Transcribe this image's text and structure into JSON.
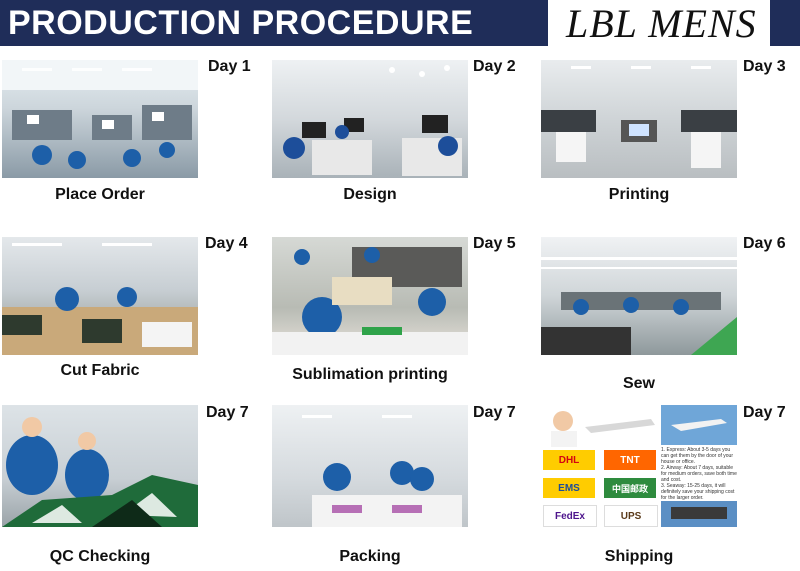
{
  "header": {
    "title": "PRODUCTION PROCEDURE",
    "brand": "LBL MENS",
    "brand_color": "#1f2d59"
  },
  "steps": [
    {
      "day": "Day 1",
      "label": "Place Order",
      "scene": "office-icon"
    },
    {
      "day": "Day 2",
      "label": "Design",
      "scene": "computer-icon"
    },
    {
      "day": "Day 3",
      "label": "Printing",
      "scene": "printer-icon"
    },
    {
      "day": "Day 4",
      "label": "Cut Fabric",
      "scene": "scissors-icon"
    },
    {
      "day": "Day 5",
      "label": "Sublimation printing",
      "scene": "heat-press-icon"
    },
    {
      "day": "Day 6",
      "label": "Sew",
      "scene": "sewing-machine-icon"
    },
    {
      "day": "Day 7",
      "label": "QC Checking",
      "scene": "inspection-icon"
    },
    {
      "day": "Day 7",
      "label": "Packing",
      "scene": "package-icon"
    },
    {
      "day": "Day 7",
      "label": "Shipping",
      "scene": "airplane-icon"
    }
  ],
  "shipping": {
    "carriers": [
      "DHL",
      "TNT",
      "EMS",
      "中国邮政",
      "FedEx",
      "UPS"
    ],
    "notes": [
      "1. Express: About 3-5 days you can get them by the door of your house or office.",
      "2. Airway: About 7 days, suitable for medium orders, save both time and cost.",
      "3. Seaway: 15-25 days, it will definitely save your shipping cost for the larger order."
    ]
  }
}
